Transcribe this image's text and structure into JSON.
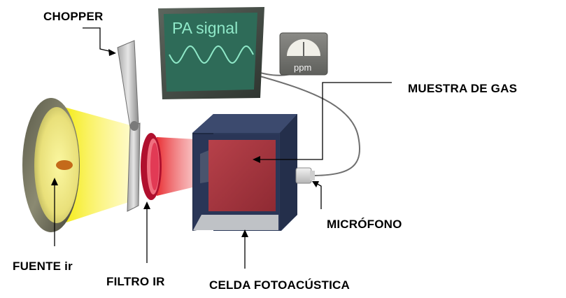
{
  "labels": {
    "chopper": "CHOPPER",
    "muestra": "MUESTRA DE GAS",
    "microfono": "MICRÓFONO",
    "fuente": "FUENTE ir",
    "filtro": "FILTRO IR",
    "celda": "CELDA FOTOACÚSTICA"
  },
  "monitor": {
    "title": "PA signal",
    "screen_color": "#2e6b58",
    "text_color": "#8fe8c8"
  },
  "meter": {
    "unit": "ppm"
  },
  "colors": {
    "ir_beam": "#f2e600",
    "filtered_beam": "#e8262b",
    "filter_ring": "#c8103a",
    "cell_interior": "#a8303a",
    "cell_frame": "#2a3550"
  }
}
